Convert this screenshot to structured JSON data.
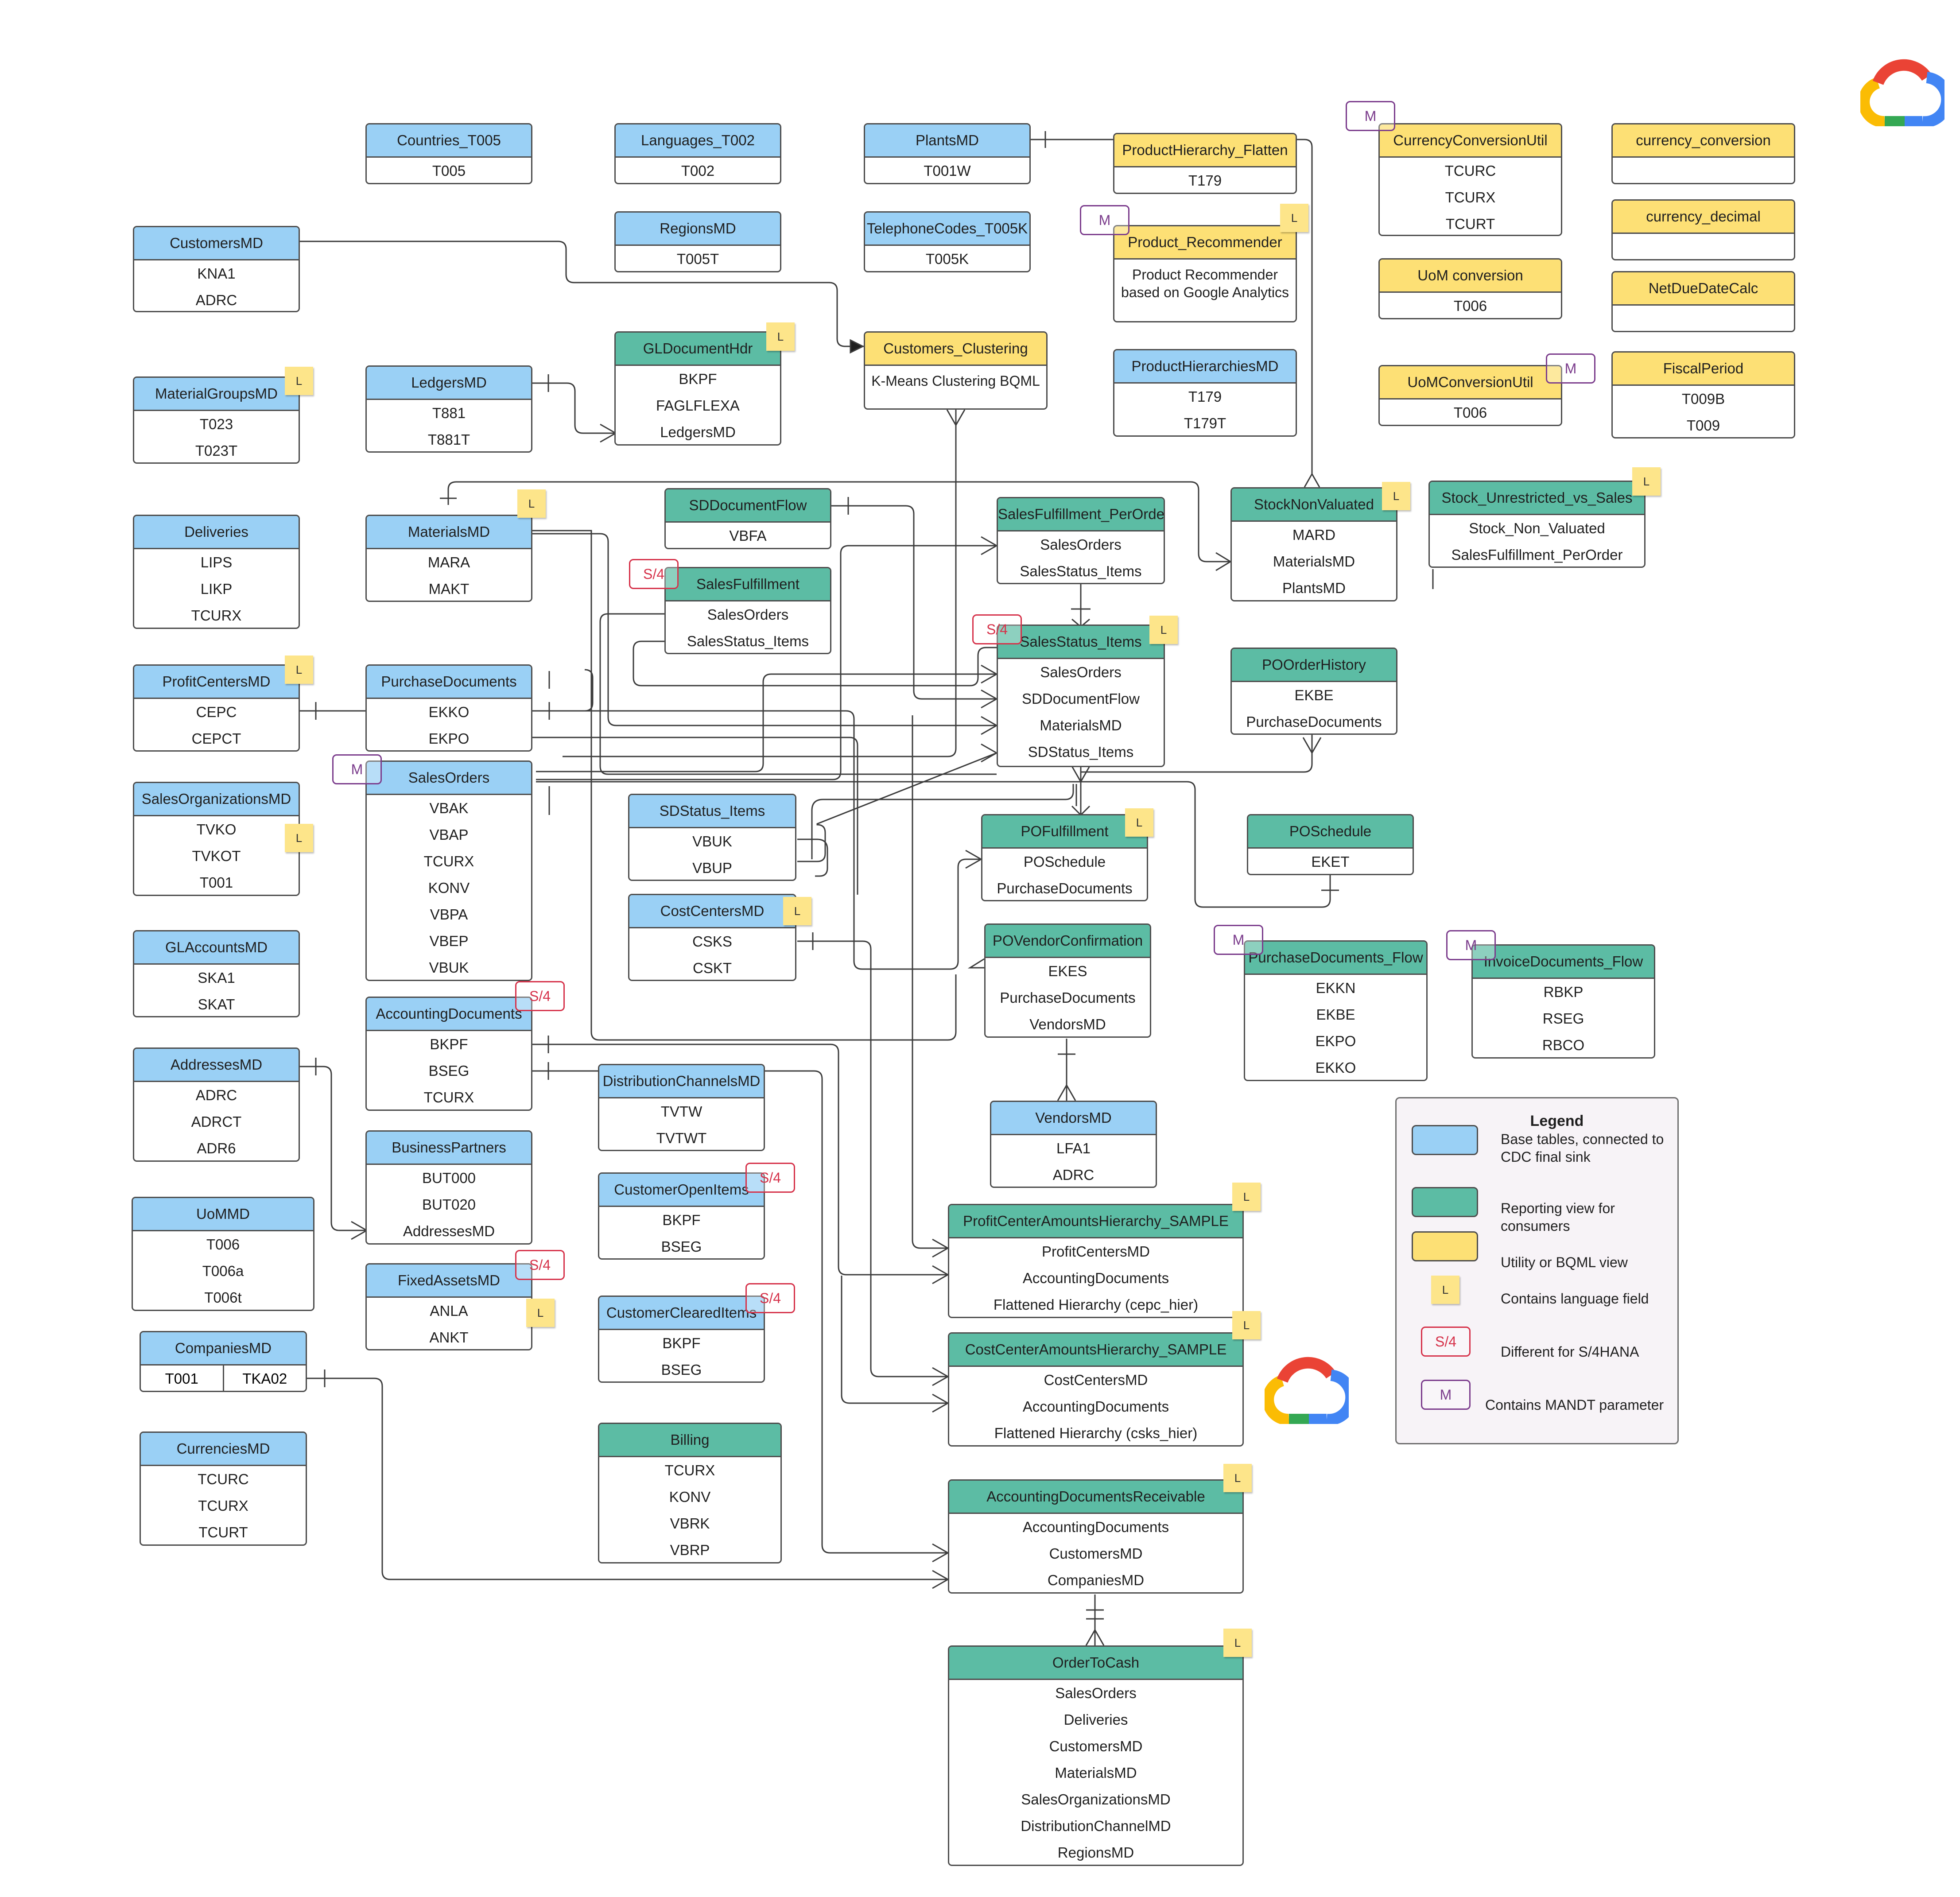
{
  "tables": [
    {
      "id": "countries",
      "title": "Countries_T005",
      "kind": "base",
      "rows": [
        "T005"
      ]
    },
    {
      "id": "languages",
      "title": "Languages_T002",
      "kind": "base",
      "rows": [
        "T002"
      ]
    },
    {
      "id": "plants",
      "title": "PlantsMD",
      "kind": "base",
      "rows": [
        "T001W"
      ]
    },
    {
      "id": "prodhierflatten",
      "title": "ProductHierarchy_Flatten",
      "kind": "util",
      "rows": [
        "T179"
      ]
    },
    {
      "id": "currconvutil",
      "title": "CurrencyConversionUtil",
      "kind": "util",
      "rows": [
        "TCURC",
        "TCURX",
        "TCURT"
      ]
    },
    {
      "id": "currconv",
      "title": "currency_conversion",
      "kind": "util",
      "rows": [
        ""
      ]
    },
    {
      "id": "currdecimal",
      "title": "currency_decimal",
      "kind": "util",
      "rows": [
        ""
      ]
    },
    {
      "id": "customers",
      "title": "CustomersMD",
      "kind": "base",
      "rows": [
        "KNA1",
        "ADRC"
      ]
    },
    {
      "id": "regions",
      "title": "RegionsMD",
      "kind": "base",
      "rows": [
        "T005T"
      ]
    },
    {
      "id": "telephone",
      "title": "TelephoneCodes_T005K",
      "kind": "base",
      "rows": [
        "T005K"
      ]
    },
    {
      "id": "prodrecommender",
      "title": "Product_Recommender",
      "kind": "util",
      "text": "Product Recommender based on Google Analytics"
    },
    {
      "id": "uomconversion",
      "title": "UoM conversion",
      "kind": "util",
      "rows": [
        "T006"
      ]
    },
    {
      "id": "netduedate",
      "title": "NetDueDateCalc",
      "kind": "util",
      "rows": [
        ""
      ]
    },
    {
      "id": "gldochdr",
      "title": "GLDocumentHdr",
      "kind": "report",
      "rows": [
        "BKPF",
        "FAGLFLEXA",
        "LedgersMD"
      ]
    },
    {
      "id": "custclustering",
      "title": "Customers_Clustering",
      "kind": "util",
      "text": "K-Means Clustering BQML"
    },
    {
      "id": "prodhierarchies",
      "title": "ProductHierarchiesMD",
      "kind": "base",
      "rows": [
        "T179",
        "T179T"
      ]
    },
    {
      "id": "uomconvutil",
      "title": "UoMConversionUtil",
      "kind": "util",
      "rows": [
        "T006"
      ]
    },
    {
      "id": "fiscalperiod",
      "title": "FiscalPeriod",
      "kind": "util",
      "rows": [
        "T009B",
        "T009"
      ]
    },
    {
      "id": "materialgroups",
      "title": "MaterialGroupsMD",
      "kind": "base",
      "rows": [
        "T023",
        "T023T"
      ]
    },
    {
      "id": "ledgers",
      "title": "LedgersMD",
      "kind": "base",
      "rows": [
        "T881",
        "T881T"
      ]
    },
    {
      "id": "sddocflow",
      "title": "SDDocumentFlow",
      "kind": "report",
      "rows": [
        "VBFA"
      ]
    },
    {
      "id": "stocknonvalued",
      "title": "StockNonValuated",
      "kind": "report",
      "rows": [
        "MARD",
        "MaterialsMD",
        "PlantsMD"
      ]
    },
    {
      "id": "stockunrestricted",
      "title": "Stock_Unrestricted_vs_Sales",
      "kind": "report",
      "rows": [
        "Stock_Non_Valuated",
        "SalesFulfillment_PerOrder"
      ]
    },
    {
      "id": "deliveries",
      "title": "Deliveries",
      "kind": "base",
      "rows": [
        "LIPS",
        "LIKP",
        "TCURX"
      ]
    },
    {
      "id": "materials",
      "title": "MaterialsMD",
      "kind": "base",
      "rows": [
        "MARA",
        "MAKT"
      ]
    },
    {
      "id": "salesfulfillment",
      "title": "SalesFulfillment",
      "kind": "report",
      "rows": [
        "SalesOrders",
        "SalesStatus_Items"
      ]
    },
    {
      "id": "salesfulfperorder",
      "title": "SalesFulfillment_PerOrder",
      "kind": "report",
      "rows": [
        "SalesOrders",
        "SalesStatus_Items"
      ]
    },
    {
      "id": "salesstatusitems",
      "title": "SalesStatus_Items",
      "kind": "report",
      "rows": [
        "SalesOrders",
        "SDDocumentFlow",
        "MaterialsMD",
        "SDStatus_Items"
      ]
    },
    {
      "id": "poorderhistory",
      "title": "POOrderHistory",
      "kind": "report",
      "rows": [
        "EKBE",
        "PurchaseDocuments"
      ]
    },
    {
      "id": "profitcenters",
      "title": "ProfitCentersMD",
      "kind": "base",
      "rows": [
        "CEPC",
        "CEPCT"
      ]
    },
    {
      "id": "purchasedocs",
      "title": "PurchaseDocuments",
      "kind": "base",
      "rows": [
        "EKKO",
        "EKPO"
      ]
    },
    {
      "id": "salesorgs",
      "title": "SalesOrganizationsMD",
      "kind": "base",
      "rows": [
        "TVKO",
        "TVKOT",
        "T001"
      ]
    },
    {
      "id": "salesorders",
      "title": "SalesOrders",
      "kind": "base",
      "rows": [
        "VBAK",
        "VBAP",
        "TCURX",
        "KONV",
        "VBPA",
        "VBEP",
        "VBUK"
      ]
    },
    {
      "id": "sdstatusitems",
      "title": "SDStatus_Items",
      "kind": "base",
      "rows": [
        "VBUK",
        "VBUP"
      ]
    },
    {
      "id": "pofulfillment",
      "title": "POFulfillment",
      "kind": "report",
      "rows": [
        "POSchedule",
        "PurchaseDocuments"
      ]
    },
    {
      "id": "poschedule",
      "title": "POSchedule",
      "kind": "report",
      "rows": [
        "EKET"
      ]
    },
    {
      "id": "glaccounts",
      "title": "GLAccountsMD",
      "kind": "base",
      "rows": [
        "SKA1",
        "SKAT"
      ]
    },
    {
      "id": "costcenters",
      "title": "CostCentersMD",
      "kind": "base",
      "rows": [
        "CSKS",
        "CSKT"
      ]
    },
    {
      "id": "povendorconf",
      "title": "POVendorConfirmation",
      "kind": "report",
      "rows": [
        "EKES",
        "PurchaseDocuments",
        "VendorsMD"
      ]
    },
    {
      "id": "purchasedocsflow",
      "title": "PurchaseDocuments_Flow",
      "kind": "report",
      "rows": [
        "EKKN",
        "EKBE",
        "EKPO",
        "EKKO"
      ]
    },
    {
      "id": "invoicedocsflow",
      "title": "InvoiceDocuments_Flow",
      "kind": "report",
      "rows": [
        "RBKP",
        "RSEG",
        "RBCO"
      ]
    },
    {
      "id": "accountingdocs",
      "title": "AccountingDocuments",
      "kind": "base",
      "rows": [
        "BKPF",
        "BSEG",
        "TCURX"
      ]
    },
    {
      "id": "addresses",
      "title": "AddressesMD",
      "kind": "base",
      "rows": [
        "ADRC",
        "ADRCT",
        "ADR6"
      ]
    },
    {
      "id": "distchannels",
      "title": "DistributionChannelsMD",
      "kind": "base",
      "rows": [
        "TVTW",
        "TVTWT"
      ]
    },
    {
      "id": "vendors",
      "title": "VendorsMD",
      "kind": "base",
      "rows": [
        "LFA1",
        "ADRC"
      ]
    },
    {
      "id": "businesspartners",
      "title": "BusinessPartners",
      "kind": "base",
      "rows": [
        "BUT000",
        "BUT020",
        "AddressesMD"
      ]
    },
    {
      "id": "custopenitems",
      "title": "CustomerOpenItems",
      "kind": "base",
      "rows": [
        "BKPF",
        "BSEG"
      ]
    },
    {
      "id": "uom",
      "title": "UoMMD",
      "kind": "base",
      "rows": [
        "T006",
        "T006a",
        "T006t"
      ]
    },
    {
      "id": "profitcenterhier",
      "title": "ProfitCenterAmountsHierarchy_SAMPLE",
      "kind": "report",
      "rows": [
        "ProfitCentersMD",
        "AccountingDocuments",
        "Flattened Hierarchy (cepc_hier)"
      ]
    },
    {
      "id": "fixedassets",
      "title": "FixedAssetsMD",
      "kind": "base",
      "rows": [
        "ANLA",
        "ANKT"
      ]
    },
    {
      "id": "custcleareditems",
      "title": "CustomerClearedItems",
      "kind": "base",
      "rows": [
        "BKPF",
        "BSEG"
      ]
    },
    {
      "id": "companies",
      "title": "CompaniesMD",
      "kind": "base",
      "split": [
        "T001",
        "TKA02"
      ]
    },
    {
      "id": "costcenterhier",
      "title": "CostCenterAmountsHierarchy_SAMPLE",
      "kind": "report",
      "rows": [
        "CostCentersMD",
        "AccountingDocuments",
        "Flattened Hierarchy (csks_hier)"
      ]
    },
    {
      "id": "currencies",
      "title": "CurrenciesMD",
      "kind": "base",
      "rows": [
        "TCURC",
        "TCURX",
        "TCURT"
      ]
    },
    {
      "id": "billing",
      "title": "Billing",
      "kind": "report",
      "rows": [
        "TCURX",
        "KONV",
        "VBRK",
        "VBRP"
      ]
    },
    {
      "id": "accdocsreceivable",
      "title": "AccountingDocumentsReceivable",
      "kind": "report",
      "rows": [
        "AccountingDocuments",
        "CustomersMD",
        "CompaniesMD"
      ]
    },
    {
      "id": "ordertocash",
      "title": "OrderToCash",
      "kind": "report",
      "rows": [
        "SalesOrders",
        "Deliveries",
        "CustomersMD",
        "MaterialsMD",
        "SalesOrganizationsMD",
        "DistributionChannelMD",
        "RegionsMD"
      ]
    }
  ],
  "note_label": "L",
  "s4_label": "S/4",
  "m_label": "M",
  "legend": {
    "title": "Legend",
    "base": "Base tables, connected to CDC final sink",
    "report": "Reporting view for consumers",
    "util": "Utility or BQML view",
    "lang": "Contains language field",
    "s4": "Different for S/4HANA",
    "mandt": "Contains MANDT parameter"
  },
  "colors": {
    "base": "#9ad0f5",
    "report": "#5cbca4",
    "util": "#fde075",
    "line": "#3c3c3c",
    "s4": "#d6324a",
    "mandt": "#7b3c8c"
  },
  "icons": [
    "google-cloud-logo-icon"
  ]
}
